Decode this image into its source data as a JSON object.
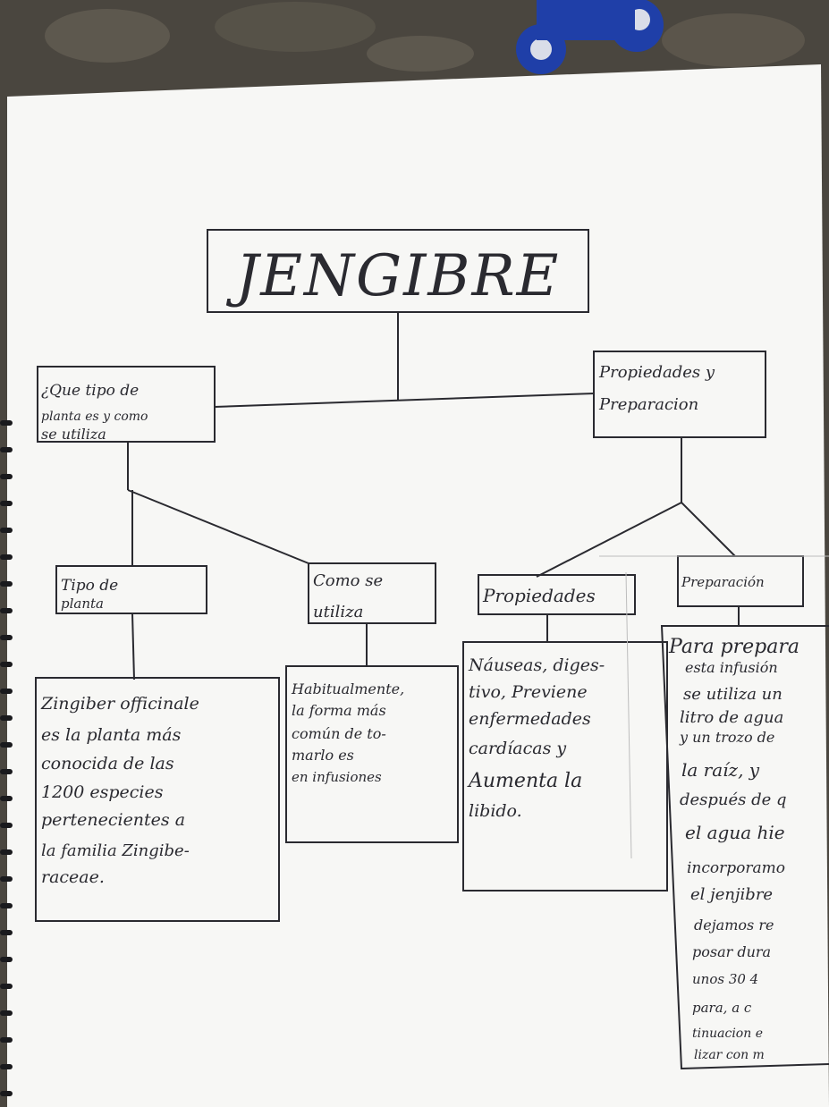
{
  "colors": {
    "paper": "#f7f7f5",
    "ink": "#2a2a30",
    "tablecloth": "#4a463f",
    "clip": "#1f3fa8"
  },
  "diagram": {
    "title": "JENGIBRE",
    "left_branch": {
      "lines": [
        "¿Que tipo de",
        "planta es y como",
        "se utiliza"
      ]
    },
    "right_branch": {
      "lines": [
        "Propiedades y",
        "Preparacion"
      ]
    },
    "tipo_planta": {
      "heading": [
        "Tipo de",
        "planta"
      ],
      "body": [
        "Zingiber officinale",
        "es la planta más",
        "conocida de las",
        "1200 especies",
        "pertenecientes a",
        "la familia Zingibe-",
        "raceae."
      ]
    },
    "como_utiliza": {
      "heading": [
        "Como se",
        "utiliza"
      ],
      "body": [
        "Habitualmente,",
        "la forma más",
        "común de to-",
        "marlo es",
        "en infusiones"
      ]
    },
    "propiedades": {
      "heading": [
        "Propiedades"
      ],
      "body": [
        "Náuseas, diges-",
        "tivo, Previene",
        "enfermedades",
        "cardíacas y",
        "Aumenta la",
        "libido."
      ]
    },
    "preparacion": {
      "heading": [
        "Preparación"
      ],
      "body": [
        "Para prepara",
        "esta infusión",
        "se utiliza un",
        "litro de agua",
        "y un trozo de",
        "la raíz, y",
        "después de q",
        "el agua hie",
        "incorporamo",
        "el jenjibre",
        "dejamos re",
        "posar dura",
        "unos 30 4",
        "para, a c",
        "tinuacion e",
        "lizar con m"
      ]
    }
  }
}
